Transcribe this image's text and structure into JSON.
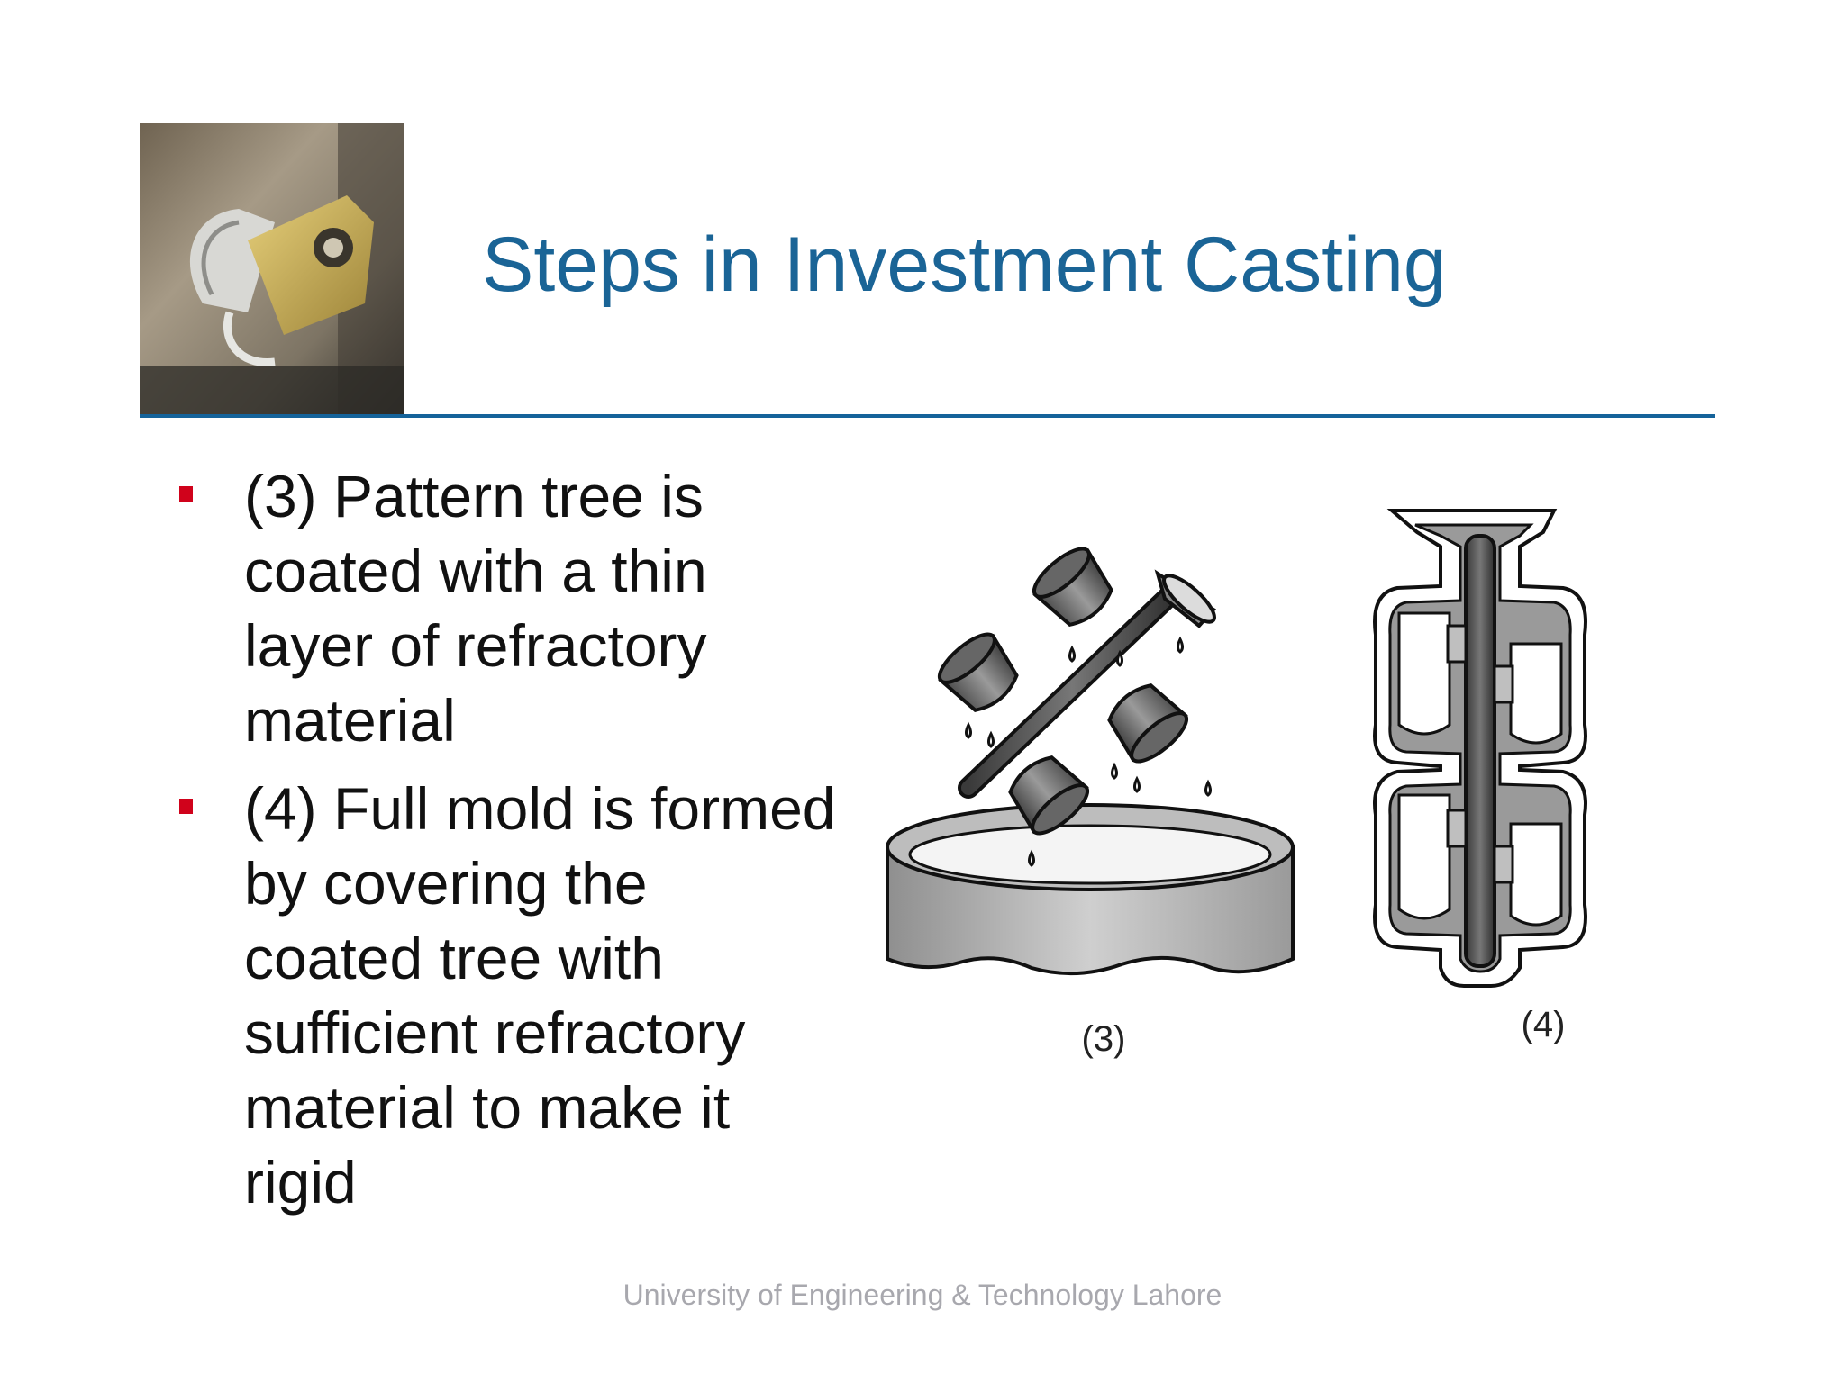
{
  "slide": {
    "title": "Steps in Investment Casting",
    "bullets": [
      {
        "text": "(3) Pattern tree is coated with a thin layer of refractory material"
      },
      {
        "text": "(4) Full mold is formed by covering the coated tree with sufficient refractory material to make it rigid"
      }
    ],
    "figure": {
      "caption_left": "(3)",
      "caption_right": "(4)"
    },
    "footer": "University of Engineering & Technology Lahore",
    "colors": {
      "title": "#1a6496",
      "rule": "#15639a",
      "bullet_marker": "#d0021b",
      "footer": "#a8a8ae"
    }
  }
}
